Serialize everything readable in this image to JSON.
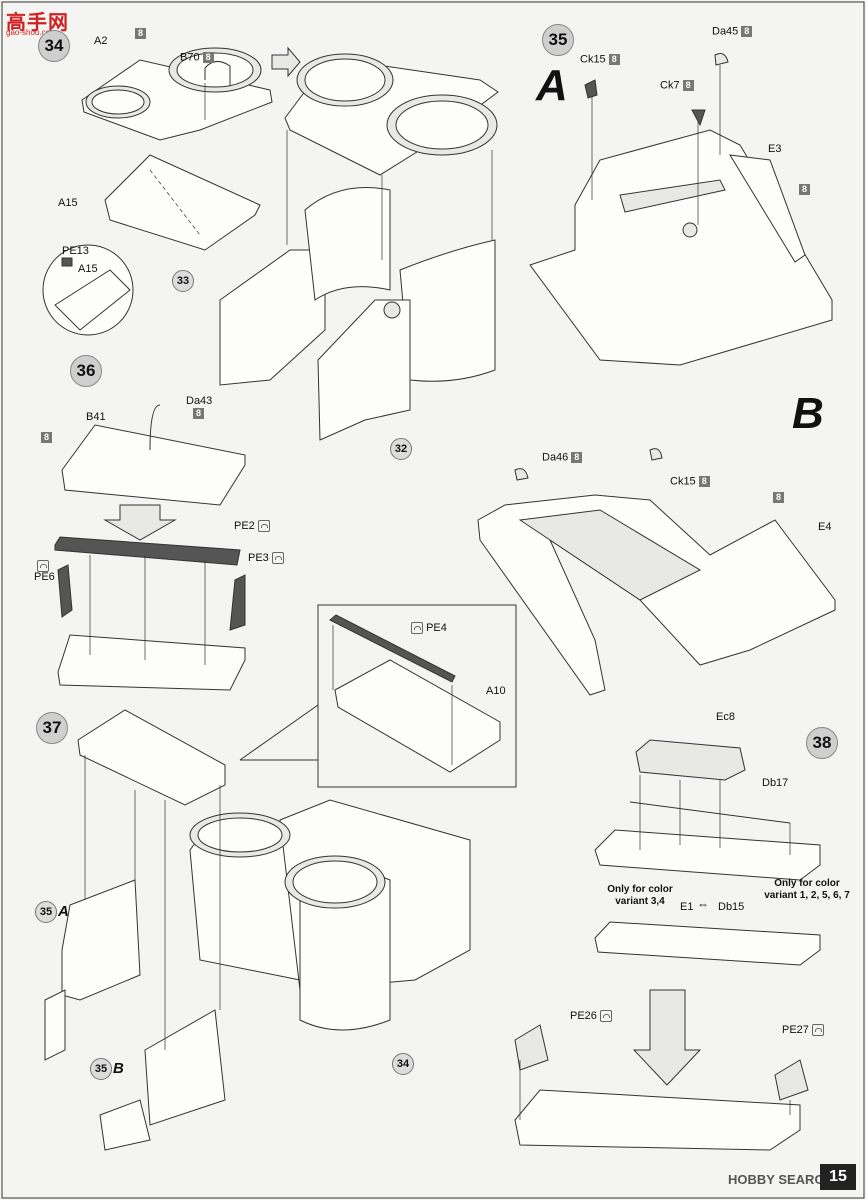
{
  "watermark": {
    "title": "高手网",
    "site": "gao-shou.com"
  },
  "steps": {
    "s34": "34",
    "s35": "35",
    "s36": "36",
    "s37": "37",
    "s38": "38"
  },
  "refs": {
    "r33": "33",
    "r32": "32",
    "r35a": "35",
    "r35b": "35",
    "r34": "34"
  },
  "variants": {
    "a": "A",
    "b": "B"
  },
  "labels": {
    "A2": "A2",
    "B70": "B70",
    "A15": "A15",
    "PE13": "PE13",
    "A15b": "A15",
    "Ck15a": "Ck15",
    "Da45": "Da45",
    "Ck7": "Ck7",
    "E3": "E3",
    "Da46": "Da46",
    "Ck15b": "Ck15",
    "E4": "E4",
    "B41": "B41",
    "Da43": "Da43",
    "PE2": "PE2",
    "PE6": "PE6",
    "PE3": "PE3",
    "PE4": "PE4",
    "A10": "A10",
    "Ec8": "Ec8",
    "Db17": "Db17",
    "E1": "E1",
    "Db15": "Db15",
    "PE26": "PE26",
    "PE27": "PE27"
  },
  "paint_ref": "8",
  "notes": {
    "variant34": "Only for color\nvariant 3,4",
    "variant1256": "Only for color\nvariant 1, 2, 5, 6, 7"
  },
  "footer": {
    "brand": "HOBBY SEARCH",
    "page": "15"
  }
}
